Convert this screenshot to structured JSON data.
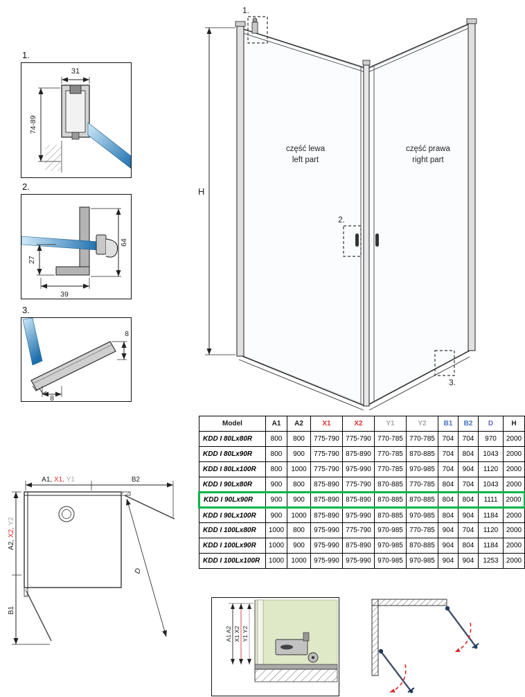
{
  "details": {
    "item1": {
      "label": "1.",
      "dim_width": "31",
      "dim_height": "74-89"
    },
    "item2": {
      "label": "2.",
      "dim_left": "27",
      "dim_bottom": "39",
      "dim_right": "64"
    },
    "item3": {
      "label": "3.",
      "dim_thickness": "8",
      "dim_base": "8"
    }
  },
  "main_view": {
    "height_label": "H",
    "left_part_pl": "część lewa",
    "left_part_en": "left part",
    "right_part_pl": "część prawa",
    "right_part_en": "right part",
    "callout_1": "1.",
    "callout_2": "2.",
    "callout_3": "3."
  },
  "plan_view": {
    "top_a1": "A1, ",
    "top_x1": "X1, ",
    "top_y1": "Y1",
    "top_b2": "B2",
    "left_a2": "A2, ",
    "left_x2": "X2, ",
    "left_y2": "Y2",
    "left_b1": "B1",
    "diagonal": "D"
  },
  "install_view": {
    "dim_a": "A1 A2",
    "dim_x": "X1 X2",
    "dim_y": "Y1 Y2"
  },
  "table": {
    "headers": [
      {
        "label": "Model",
        "color": "#1a1a1a"
      },
      {
        "label": "A1",
        "color": "#1a1a1a"
      },
      {
        "label": "A2",
        "color": "#1a1a1a"
      },
      {
        "label": "X1",
        "color": "#e03030"
      },
      {
        "label": "X2",
        "color": "#e03030"
      },
      {
        "label": "Y1",
        "color": "#a6a6a6"
      },
      {
        "label": "Y2",
        "color": "#a6a6a6"
      },
      {
        "label": "B1",
        "color": "#4472c4"
      },
      {
        "label": "B2",
        "color": "#4472c4"
      },
      {
        "label": "D",
        "color": "#6666bb"
      },
      {
        "label": "H",
        "color": "#1a1a1a"
      }
    ],
    "rows": [
      [
        "KDD I 80Lx80R",
        "800",
        "800",
        "775-790",
        "775-790",
        "770-785",
        "770-785",
        "704",
        "704",
        "970",
        "2000"
      ],
      [
        "KDD I 80Lx90R",
        "800",
        "900",
        "775-790",
        "875-890",
        "770-785",
        "870-885",
        "704",
        "804",
        "1043",
        "2000"
      ],
      [
        "KDD I 80Lx100R",
        "800",
        "1000",
        "775-790",
        "975-990",
        "770-785",
        "970-985",
        "704",
        "904",
        "1120",
        "2000"
      ],
      [
        "KDD I 90Lx80R",
        "900",
        "800",
        "875-890",
        "775-790",
        "870-885",
        "770-785",
        "804",
        "704",
        "1043",
        "2000"
      ],
      [
        "KDD I 90Lx90R",
        "900",
        "900",
        "875-890",
        "875-890",
        "870-885",
        "870-885",
        "804",
        "804",
        "1111",
        "2000"
      ],
      [
        "KDD I 90Lx100R",
        "900",
        "1000",
        "875-890",
        "975-990",
        "870-885",
        "970-985",
        "804",
        "904",
        "1184",
        "2000"
      ],
      [
        "KDD I 100Lx80R",
        "1000",
        "800",
        "975-990",
        "775-790",
        "970-985",
        "770-785",
        "904",
        "704",
        "1120",
        "2000"
      ],
      [
        "KDD I 100Lx90R",
        "1000",
        "900",
        "975-990",
        "875-890",
        "970-985",
        "870-885",
        "904",
        "804",
        "1184",
        "2000"
      ],
      [
        "KDD I 100Lx100R",
        "1000",
        "1000",
        "975-990",
        "975-990",
        "970-985",
        "970-985",
        "904",
        "904",
        "1253",
        "2000"
      ]
    ],
    "highlighted_model": "KDD I 90Lx90R"
  },
  "colors": {
    "highlight": "#00b44a",
    "x_red": "#e03030",
    "y_gray": "#a6a6a6",
    "b_blue": "#4472c4",
    "d_violet": "#6666bb"
  }
}
